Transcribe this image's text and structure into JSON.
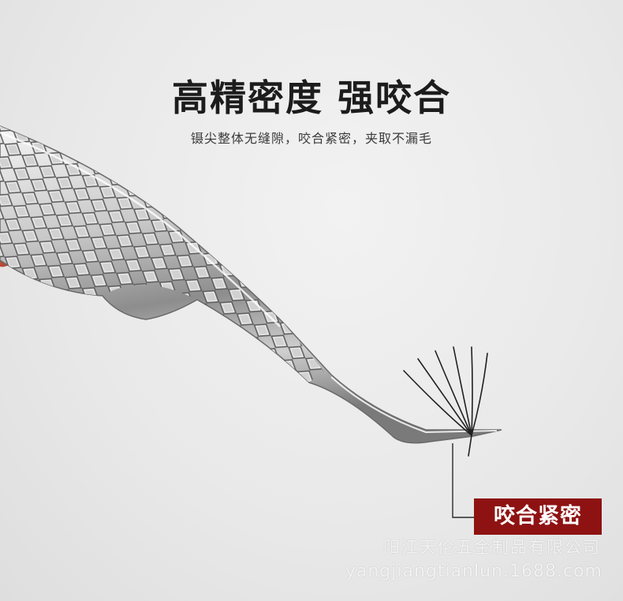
{
  "headline": "高精密度 强咬合",
  "subline": "镊尖整体无缝隙，咬合紧密，夹取不漏毛",
  "badge": {
    "label": "咬合紧密",
    "color": "#8e1212"
  },
  "watermark": {
    "company": "阳江天伦五金制品有限公司",
    "url": "yangjiangtianlun.1688.com"
  }
}
